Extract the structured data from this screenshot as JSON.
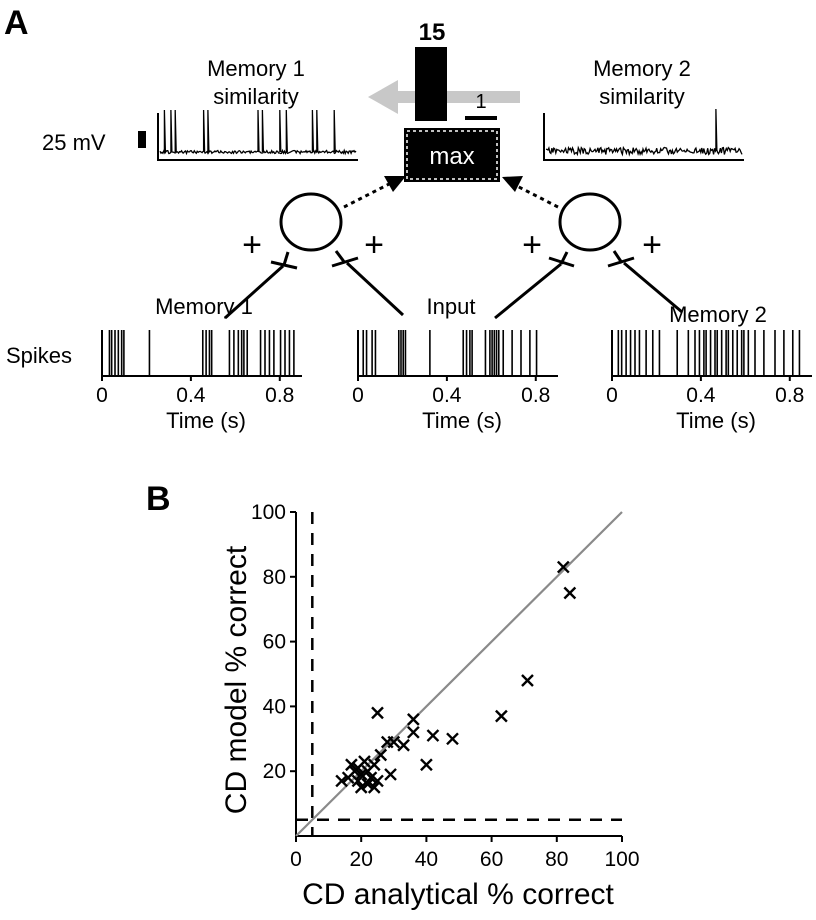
{
  "panel_a": {
    "panel_label": "A",
    "memory1_similarity_label": [
      "Memory 1",
      "similarity"
    ],
    "memory2_similarity_label": [
      "Memory 2",
      "similarity"
    ],
    "scale_bar_label": "25 mV",
    "bar_value_big": "15",
    "bar_value_small": "1",
    "max_label": "max",
    "plus_sign": "+",
    "spike_rasters": [
      {
        "title": "Memory 1",
        "ylabel": "Spikes",
        "xticks": [
          "0",
          "0.4",
          "0.8"
        ],
        "xlabel": "Time (s)",
        "spike_times": [
          0.02,
          0.03,
          0.045,
          0.06,
          0.075,
          0.085,
          0.2,
          0.44,
          0.455,
          0.47,
          0.48,
          0.56,
          0.58,
          0.6,
          0.615,
          0.625,
          0.64,
          0.7,
          0.72,
          0.74,
          0.76,
          0.79,
          0.81,
          0.83,
          0.85
        ]
      },
      {
        "title": "Input",
        "ylabel": "",
        "xticks": [
          "0",
          "0.4",
          "0.8"
        ],
        "xlabel": "Time (s)",
        "spike_times": [
          0.01,
          0.025,
          0.05,
          0.065,
          0.17,
          0.18,
          0.19,
          0.2,
          0.31,
          0.46,
          0.475,
          0.49,
          0.5,
          0.56,
          0.58,
          0.59,
          0.6,
          0.61,
          0.62,
          0.64,
          0.68,
          0.72,
          0.76,
          0.79
        ]
      },
      {
        "title": "Memory 2",
        "ylabel": "",
        "xticks": [
          "0",
          "0.4",
          "0.8"
        ],
        "xlabel": "Time (s)",
        "spike_times": [
          0.015,
          0.03,
          0.05,
          0.07,
          0.09,
          0.11,
          0.14,
          0.17,
          0.2,
          0.28,
          0.33,
          0.36,
          0.38,
          0.4,
          0.41,
          0.43,
          0.45,
          0.46,
          0.48,
          0.5,
          0.51,
          0.53,
          0.55,
          0.57,
          0.58,
          0.6,
          0.63,
          0.67,
          0.72,
          0.76,
          0.8,
          0.83
        ]
      }
    ]
  },
  "panel_b": {
    "panel_label": "B"
  },
  "chart_data": {
    "type": "scatter",
    "xlabel": "CD analytical % correct",
    "ylabel": "CD model % correct",
    "xlim": [
      0,
      100
    ],
    "ylim": [
      0,
      100
    ],
    "xticks": [
      0,
      20,
      40,
      60,
      80,
      100
    ],
    "yticks": [
      20,
      40,
      60,
      80,
      100
    ],
    "ytick_labels": [
      "20",
      "40",
      "60",
      "80",
      "100"
    ],
    "xtick_labels": [
      "0",
      "20",
      "40",
      "60",
      "80",
      "100"
    ],
    "origin_label": "0",
    "identity_line": true,
    "chance_level": 5,
    "points": [
      {
        "x": 82,
        "y": 83
      },
      {
        "x": 84,
        "y": 75
      },
      {
        "x": 71,
        "y": 48
      },
      {
        "x": 63,
        "y": 37
      },
      {
        "x": 48,
        "y": 30
      },
      {
        "x": 42,
        "y": 31
      },
      {
        "x": 40,
        "y": 22
      },
      {
        "x": 36,
        "y": 36
      },
      {
        "x": 36,
        "y": 32
      },
      {
        "x": 33,
        "y": 28
      },
      {
        "x": 30,
        "y": 29
      },
      {
        "x": 28,
        "y": 29
      },
      {
        "x": 29,
        "y": 19
      },
      {
        "x": 25,
        "y": 38
      },
      {
        "x": 26,
        "y": 25
      },
      {
        "x": 24,
        "y": 22
      },
      {
        "x": 23,
        "y": 18
      },
      {
        "x": 22,
        "y": 20
      },
      {
        "x": 22,
        "y": 16
      },
      {
        "x": 24,
        "y": 15
      },
      {
        "x": 20,
        "y": 19
      },
      {
        "x": 19,
        "y": 17
      },
      {
        "x": 18,
        "y": 20
      },
      {
        "x": 17,
        "y": 22
      },
      {
        "x": 16,
        "y": 18
      },
      {
        "x": 14,
        "y": 17
      },
      {
        "x": 20,
        "y": 15
      },
      {
        "x": 21,
        "y": 23
      },
      {
        "x": 19,
        "y": 21
      },
      {
        "x": 25,
        "y": 17
      }
    ]
  }
}
